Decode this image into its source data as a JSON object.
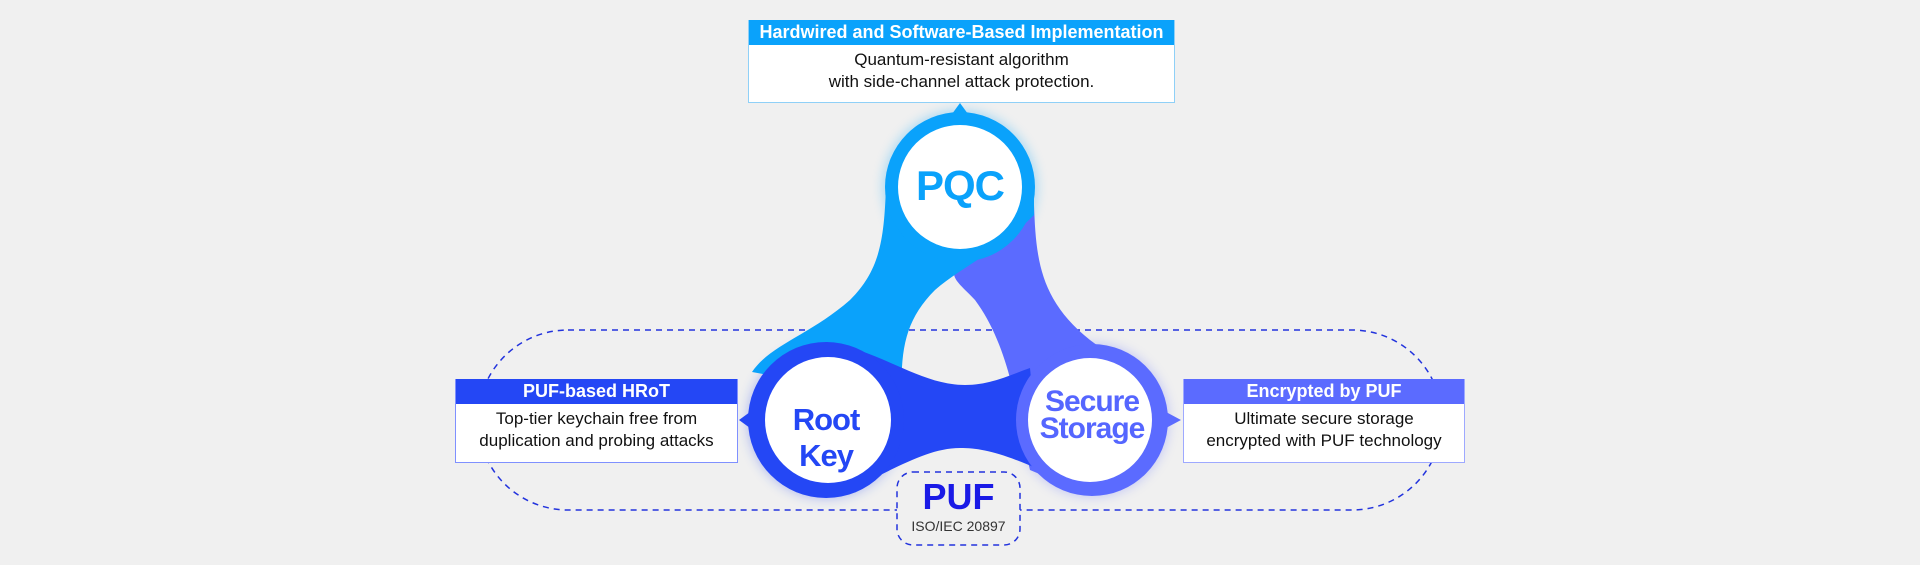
{
  "colors": {
    "pqc": "#0aa2fb",
    "root_key": "#2447f5",
    "secure_storage": "#5b6bff",
    "puf": "#1a1ae6",
    "background": "#f0f0f0"
  },
  "top_box": {
    "header": "Hardwired and Software-Based Implementation",
    "line1": "Quantum-resistant algorithm",
    "line2": "with side-channel attack protection."
  },
  "left_box": {
    "header": "PUF-based HRoT",
    "line1": "Top-tier keychain free from",
    "line2": "duplication and probing attacks"
  },
  "right_box": {
    "header": "Encrypted by PUF",
    "line1": "Ultimate secure storage",
    "line2": "encrypted with PUF technology"
  },
  "nodes": {
    "pqc": "PQC",
    "root_key": "Root Key",
    "secure_storage_line1": "Secure",
    "secure_storage_line2": "Storage"
  },
  "puf": {
    "title": "PUF",
    "standard": "ISO/IEC 20897"
  }
}
